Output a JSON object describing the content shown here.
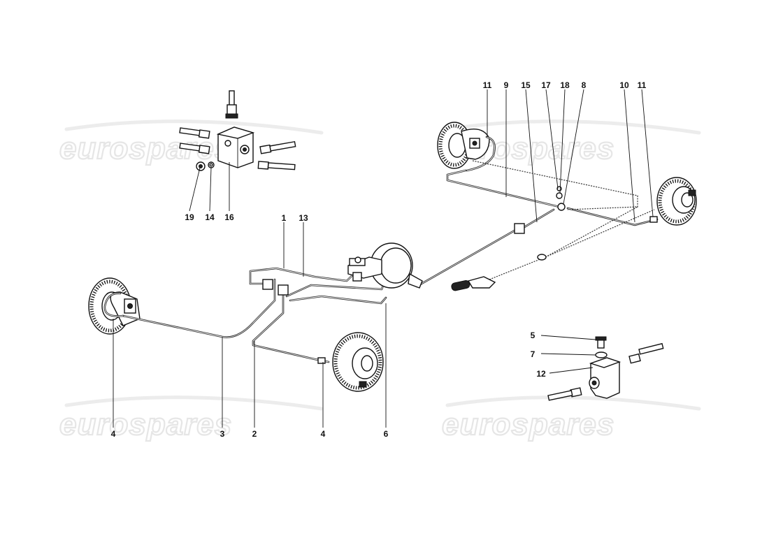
{
  "watermark": {
    "text": "eurospares"
  },
  "callouts": {
    "c1": "1",
    "c2": "2",
    "c3": "3",
    "c4a": "4",
    "c4b": "4",
    "c5": "5",
    "c6": "6",
    "c7": "7",
    "c8": "8",
    "c9": "9",
    "c10": "10",
    "c11a": "11",
    "c11b": "11",
    "c12": "12",
    "c13": "13",
    "c14": "14",
    "c15": "15",
    "c16": "16",
    "c17": "17",
    "c18": "18",
    "c19": "19"
  }
}
